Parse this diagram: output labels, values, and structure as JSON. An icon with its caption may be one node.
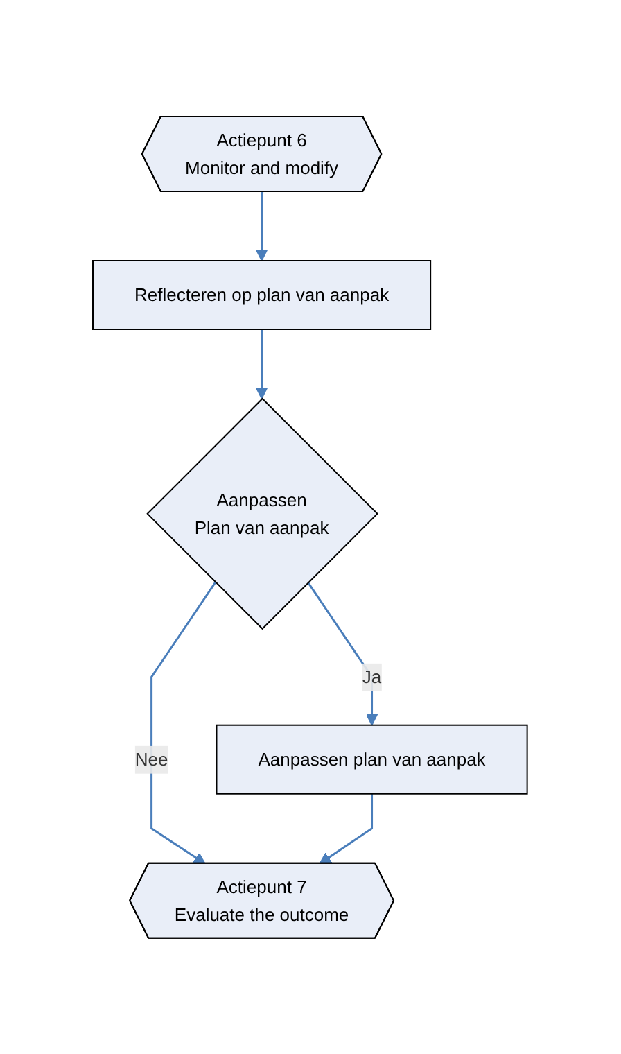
{
  "diagram": {
    "nodes": [
      {
        "text": [
          "Actiepunt 6",
          "Monitor and modify"
        ]
      },
      {
        "text": [
          "Reflecteren op plan van aanpak"
        ]
      },
      {
        "text": [
          "Aanpassen",
          "Plan van aanpak"
        ]
      },
      {
        "text": [
          "Aanpassen plan van aanpak"
        ]
      },
      {
        "text": [
          "Actiepunt 7",
          "Evaluate the outcome"
        ]
      }
    ],
    "edges": [
      {
        "from": 0,
        "to": 1,
        "arrow": "to",
        "color": "#4a7ebb"
      },
      {
        "from": 1,
        "to": 2,
        "arrow": "to",
        "color": "#4a7ebb"
      },
      {
        "from": 2,
        "to": 3,
        "label": "Ja",
        "arrow": "to",
        "color": "#4a7ebb"
      },
      {
        "from": 2,
        "to": 4,
        "label": "Nee",
        "arrow": "to",
        "color": "#4a7ebb"
      },
      {
        "from": 3,
        "to": 4,
        "arrow": "to",
        "color": "#4a7ebb"
      }
    ]
  }
}
